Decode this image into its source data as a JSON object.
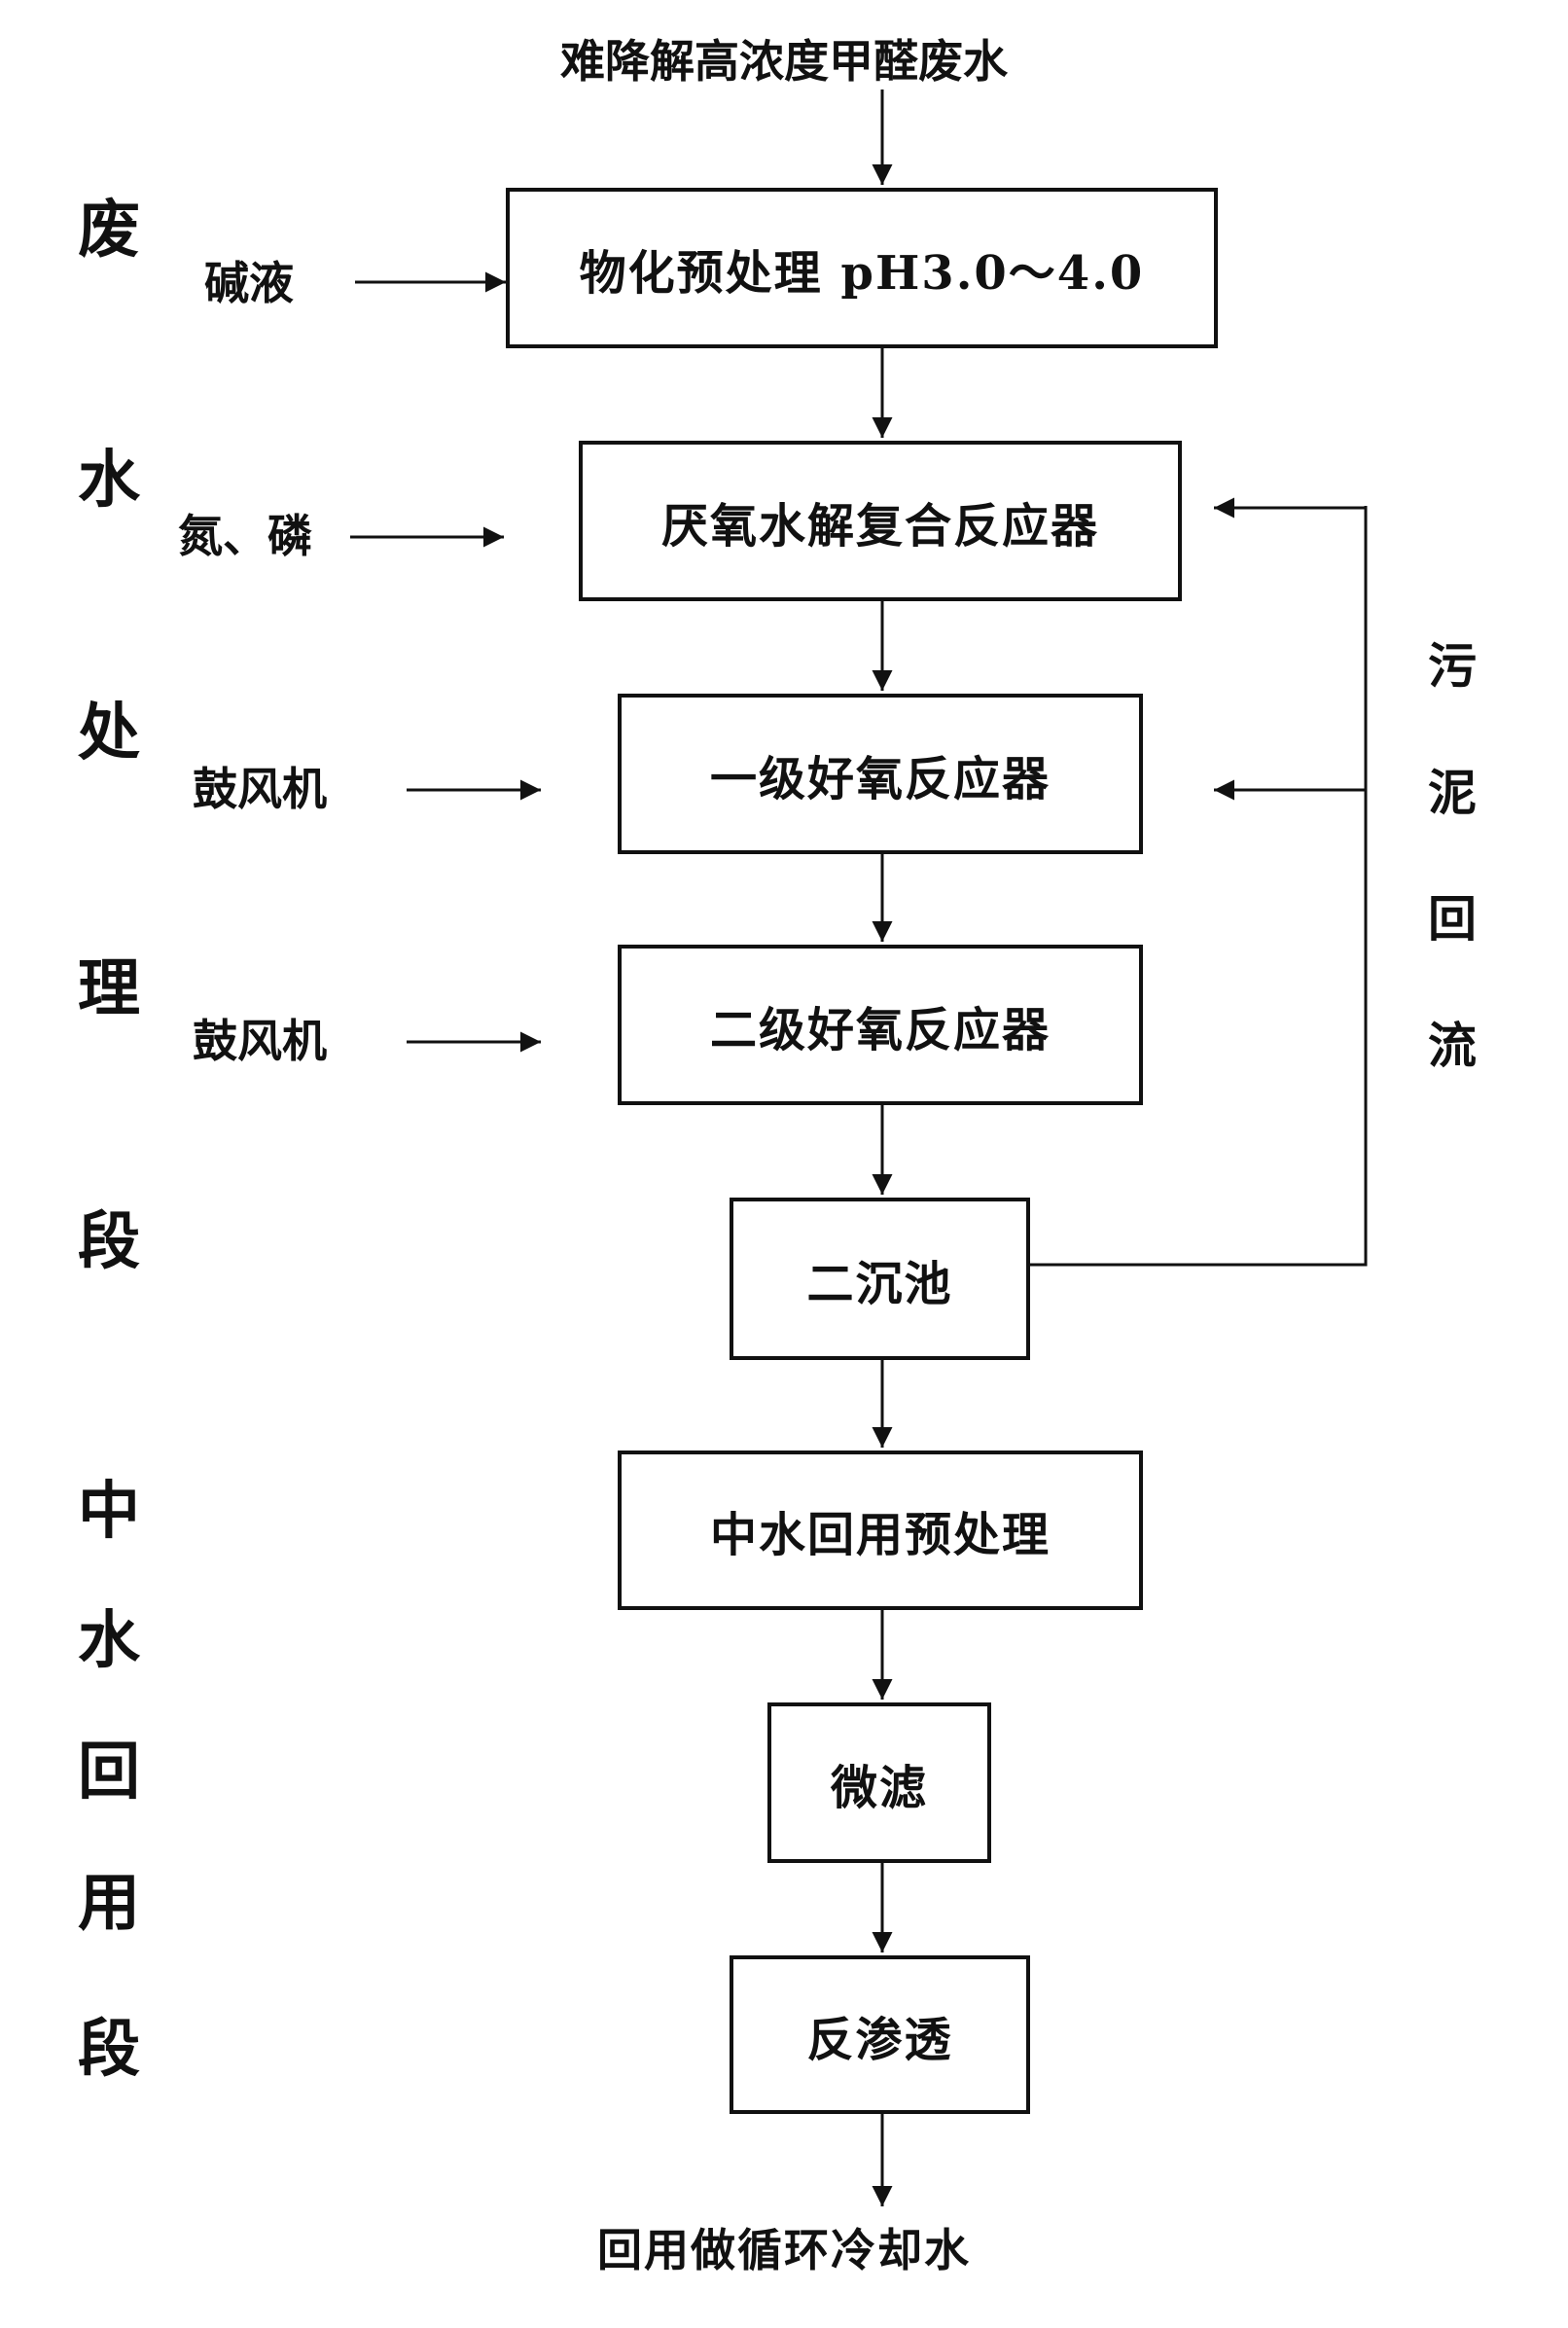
{
  "input": "难降解高浓度甲醛废水",
  "output": "回用做循环冷却水",
  "stages": {
    "wastewater": [
      "废",
      "水",
      "处",
      "理",
      "段"
    ],
    "reuse": [
      "中",
      "水",
      "回",
      "用",
      "段"
    ]
  },
  "steps": [
    {
      "label": "物化预处理 pH3.0～4.0"
    },
    {
      "label": "厌氧水解复合反应器"
    },
    {
      "label": "一级好氧反应器"
    },
    {
      "label": "二级好氧反应器"
    },
    {
      "label": "二沉池"
    },
    {
      "label": "中水回用预处理"
    },
    {
      "label": "微滤"
    },
    {
      "label": "反渗透"
    }
  ],
  "inputs": {
    "alkali": "碱液",
    "nutrients": "氮、磷",
    "blower1": "鼓风机",
    "blower2": "鼓风机"
  },
  "recycle": [
    "污",
    "泥",
    "回",
    "流"
  ]
}
